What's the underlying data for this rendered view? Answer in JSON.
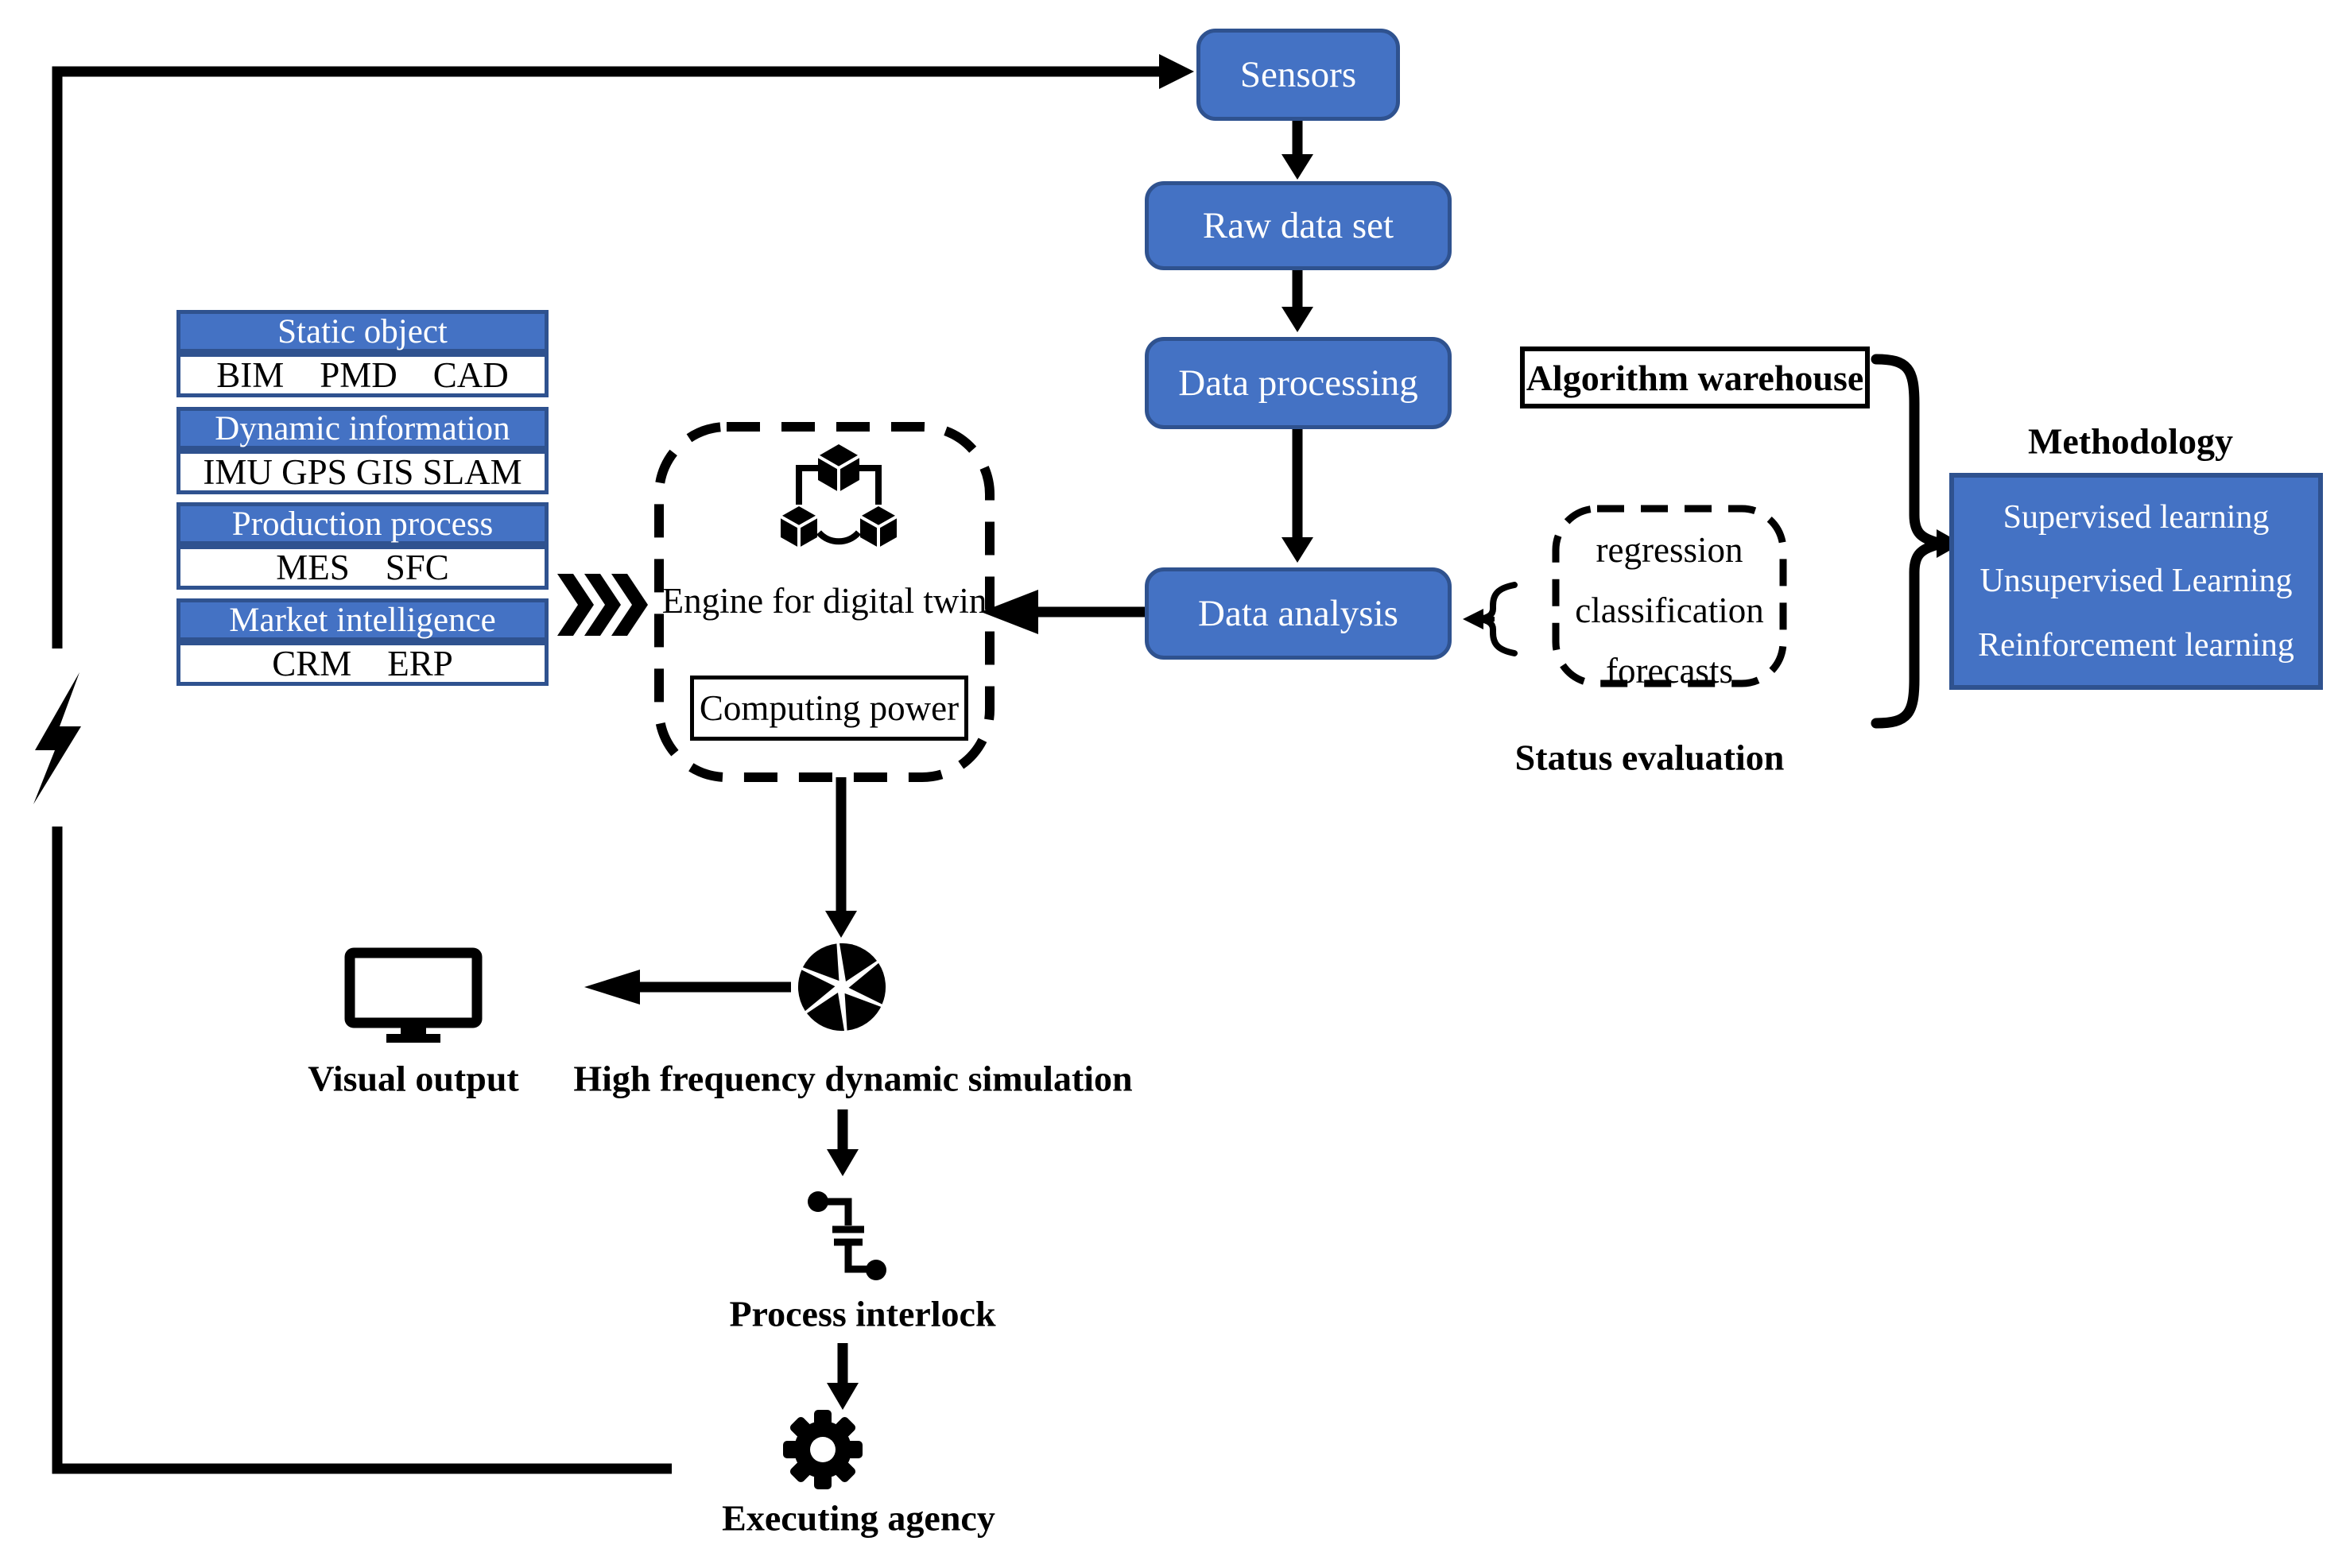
{
  "pipeline": {
    "sensors": "Sensors",
    "raw_data": "Raw data set",
    "data_processing": "Data processing",
    "data_analysis": "Data analysis"
  },
  "algorithm": {
    "warehouse": "Algorithm warehouse",
    "methods": [
      "regression",
      "classification",
      "forecasts"
    ],
    "status_evaluation": "Status evaluation",
    "methodology_title": "Methodology",
    "methodology_items": [
      "Supervised learning",
      "Unsupervised Learning",
      "Reinforcement learning"
    ]
  },
  "inputs": [
    {
      "header": "Static object",
      "body": "BIM    PMD    CAD"
    },
    {
      "header": "Dynamic information",
      "body": "IMU GPS GIS SLAM"
    },
    {
      "header": "Production process",
      "body": "MES    SFC"
    },
    {
      "header": "Market intelligence",
      "body": "CRM    ERP"
    }
  ],
  "engine": {
    "label": "Engine for digital twin",
    "computing": "Computing power"
  },
  "outputs": {
    "visual_output": "Visual output",
    "high_frequency": "High frequency dynamic simulation",
    "process_interlock": "Process interlock",
    "executing_agency": "Executing agency"
  },
  "icons": {
    "lightning-bolt-icon": "zigzag lightning bolt on feedback line",
    "triple-chevron-icon": "three right chevrons",
    "cube-network-icon": "three linked isometric cubes",
    "monitor-icon": "computer display",
    "aperture-icon": "camera shutter blades",
    "interlock-icon": "open switch contacts",
    "gear-icon": "cog wheel"
  },
  "colors": {
    "node_fill": "#4472C4",
    "node_border": "#2F528F",
    "line": "#000000",
    "text_on_node": "#FFFFFF"
  }
}
